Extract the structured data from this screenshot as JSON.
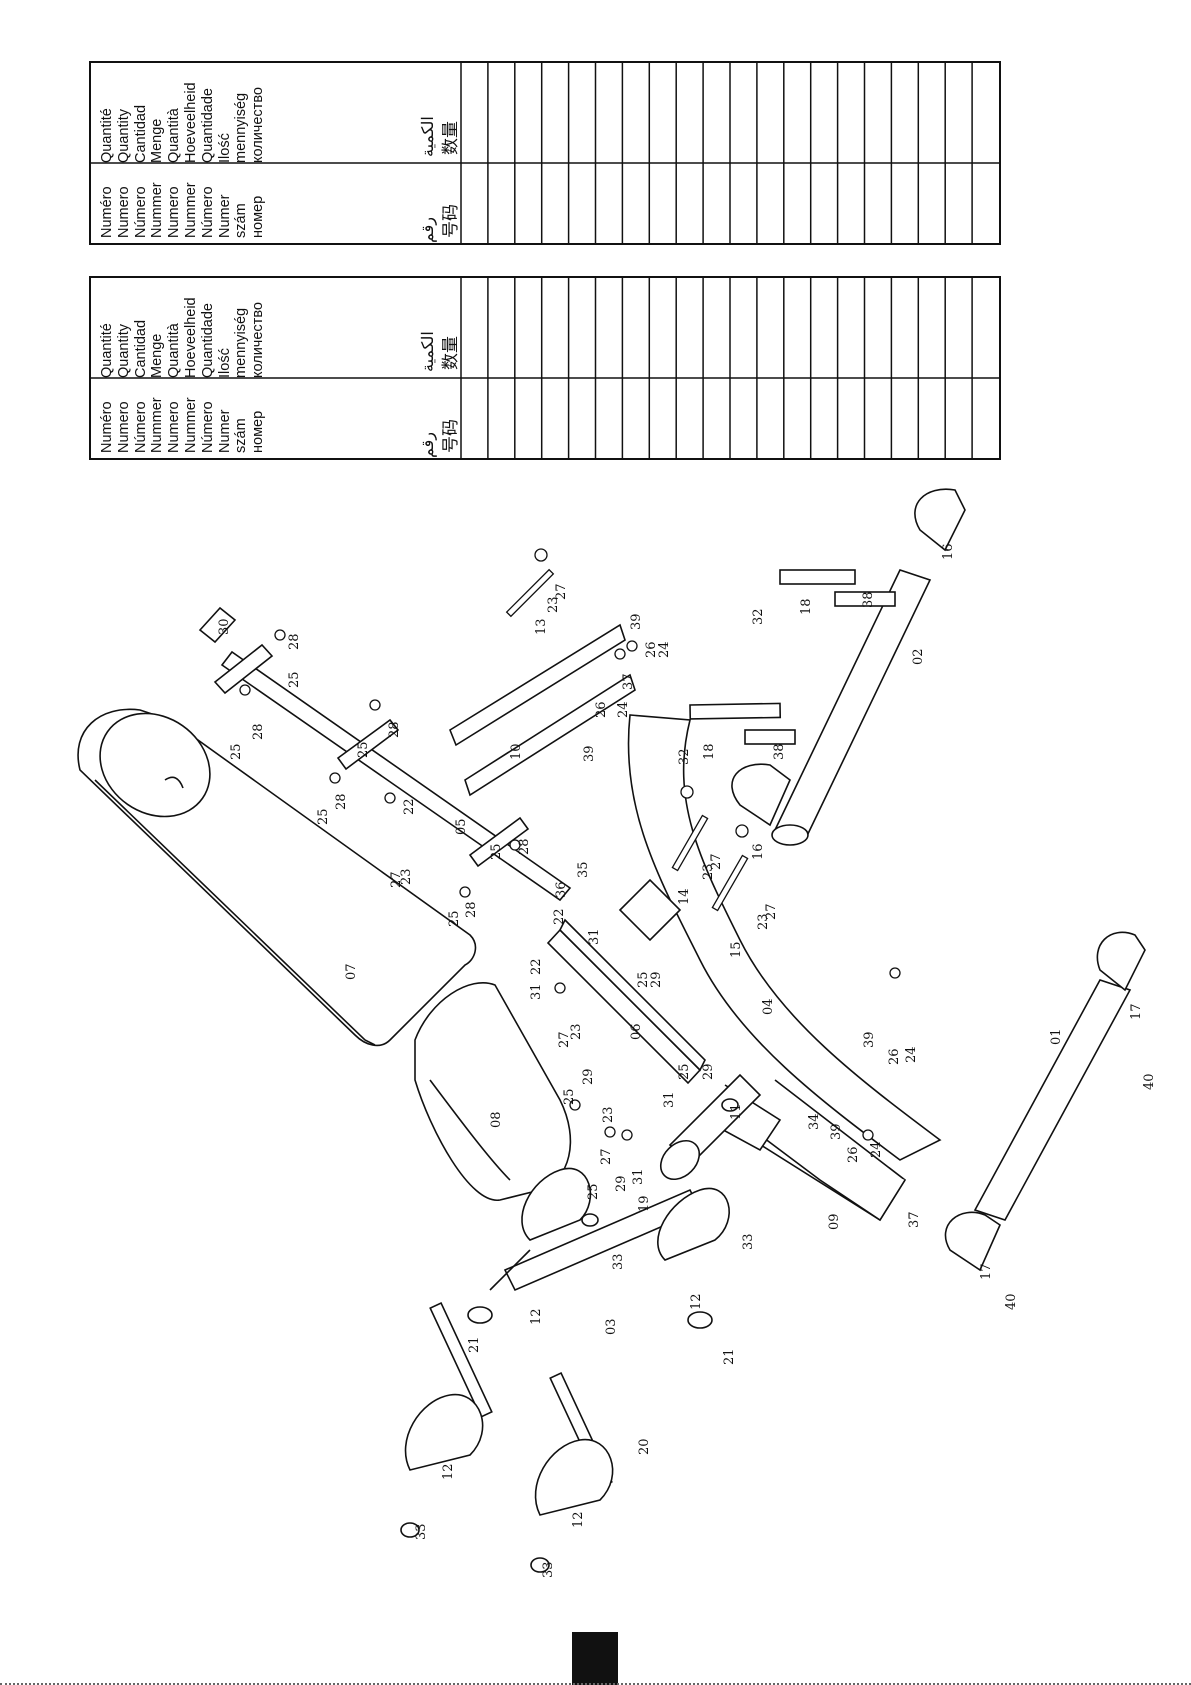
{
  "tables": [
    {
      "id": "table-a",
      "number_header": "Numéro\nNumero\nNúmero\nNummer\nNumero\nNummer\nNúmero\nNumer\nszám\nномер",
      "number_header_ar": "رقم",
      "number_header_zh": "号码",
      "quantity_header": "Quantité\nQuantity\nCantidad\nMenge\nQuantità\nHoeveelheid\nQuantidade\nIlość\nmennyiség\nколичество",
      "quantity_header_ar": "الكمية",
      "quantity_header_zh": "数量",
      "rows": 20
    },
    {
      "id": "table-b",
      "number_header": "Numéro\nNumero\nNúmero\nNummer\nNumero\nNummer\nNúmero\nNumer\nszám\nномер",
      "number_header_ar": "رقم",
      "number_header_zh": "号码",
      "quantity_header": "Quantité\nQuantity\nCantidad\nMenge\nQuantità\nHoeveelheid\nQuantidade\nIlość\nmennyiség\nколичество",
      "quantity_header_ar": "الكمية",
      "quantity_header_zh": "数量",
      "rows": 20
    }
  ],
  "diagram": {
    "part_labels": [
      "01",
      "02",
      "03",
      "04",
      "05",
      "06",
      "07",
      "08",
      "09",
      "10",
      "11",
      "12",
      "13",
      "14",
      "15",
      "16",
      "17",
      "18",
      "19",
      "20",
      "21",
      "22",
      "23",
      "24",
      "25",
      "26",
      "27",
      "28",
      "29",
      "30",
      "31",
      "32",
      "33",
      "34",
      "35",
      "36",
      "37",
      "38",
      "39",
      "40"
    ]
  },
  "colors": {
    "ink": "#111111",
    "paper": "#ffffff"
  }
}
